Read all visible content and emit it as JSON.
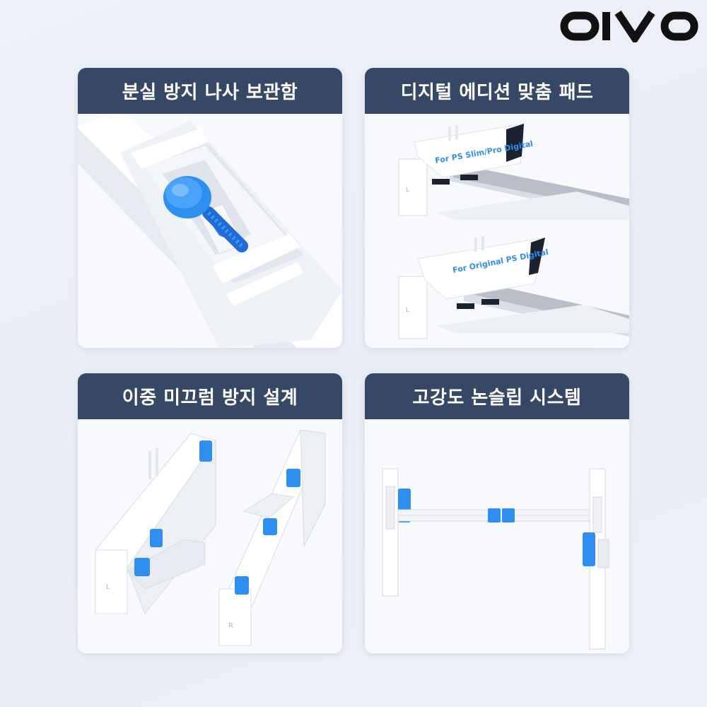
{
  "brand": {
    "logo_text": "OIVO"
  },
  "colors": {
    "header": "#374866",
    "accent_blue": "#2f8ff0",
    "card_bg": "#f7f8fb"
  },
  "cards": [
    {
      "title": "분실 방지 나사 보관함"
    },
    {
      "title": "디지털 에디션 맞춤 패드",
      "labels": [
        "For PS Slim/Pro Digital",
        "For Original PS Digital"
      ]
    },
    {
      "title": "이중 미끄럼 방지 설계",
      "labels": [
        "L",
        "R"
      ]
    },
    {
      "title": "고강도 논슬립 시스템"
    }
  ]
}
